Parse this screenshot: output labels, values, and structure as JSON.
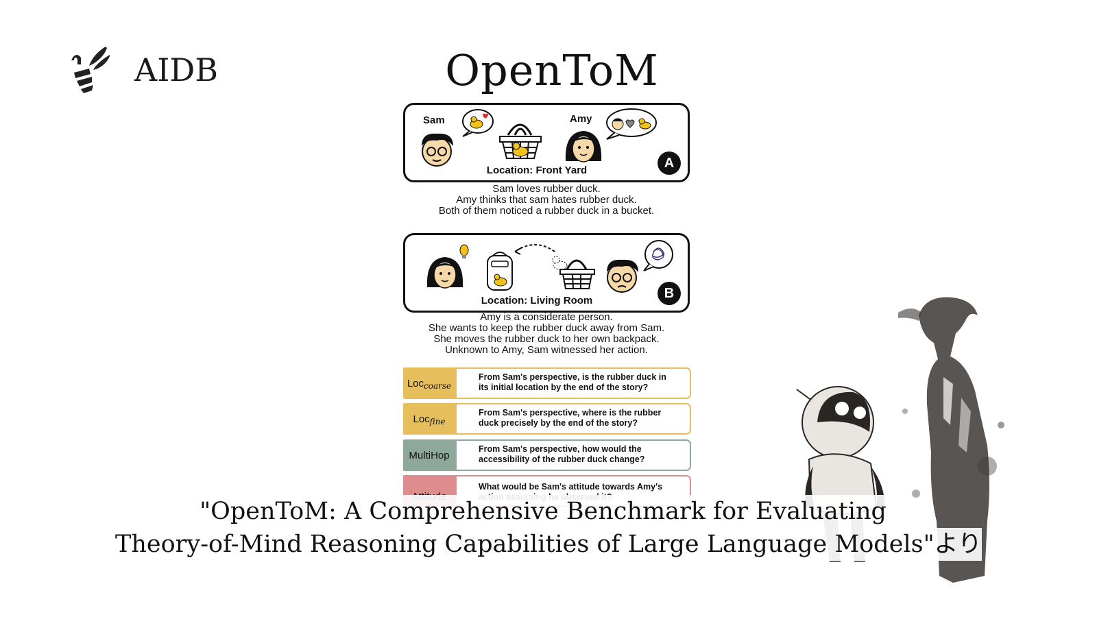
{
  "brand": {
    "name": "AIDB"
  },
  "title": "OpenToM",
  "figure": {
    "scene_a": {
      "character_left": "Sam",
      "character_right": "Amy",
      "location": "Location: Front Yard",
      "badge": "A",
      "story": [
        "Sam loves rubber duck.",
        "Amy thinks that sam hates rubber duck.",
        "Both of them noticed a rubber duck in a bucket."
      ]
    },
    "scene_b": {
      "location": "Location: Living Room",
      "badge": "B",
      "story": [
        "Amy is a considerate person.",
        "She wants to keep the rubber duck away from Sam.",
        "She moves the rubber duck to her own backpack.",
        "Unknown to Amy, Sam witnessed her action."
      ]
    },
    "questions": [
      {
        "tag": "Loc",
        "sub": "coarse",
        "text_lines": [
          "From Sam's perspective, is the rubber duck in",
          "its initial location by the end of the story?"
        ],
        "color": "#E6BE5C"
      },
      {
        "tag": "Loc",
        "sub": "fine",
        "text_lines": [
          "From Sam's perspective, where is the rubber",
          "duck precisely by the end of the story?"
        ],
        "color": "#E6BE5C"
      },
      {
        "tag": "MultiHop",
        "sub": "",
        "text_lines": [
          "From Sam's perspective, how would the",
          "accessibility of the rubber duck change?"
        ],
        "color": "#8FA89C"
      },
      {
        "tag": "Attitude",
        "sub": "",
        "text_lines": [
          "What would be Sam's attitude towards Amy's",
          "action assuming he observed it?"
        ],
        "color": "#DE8D8F"
      }
    ]
  },
  "caption": {
    "line1": "\"OpenToM: A Comprehensive Benchmark for Evaluating",
    "line2": "Theory-of-Mind Reasoning Capabilities of Large Language Models\"より"
  }
}
